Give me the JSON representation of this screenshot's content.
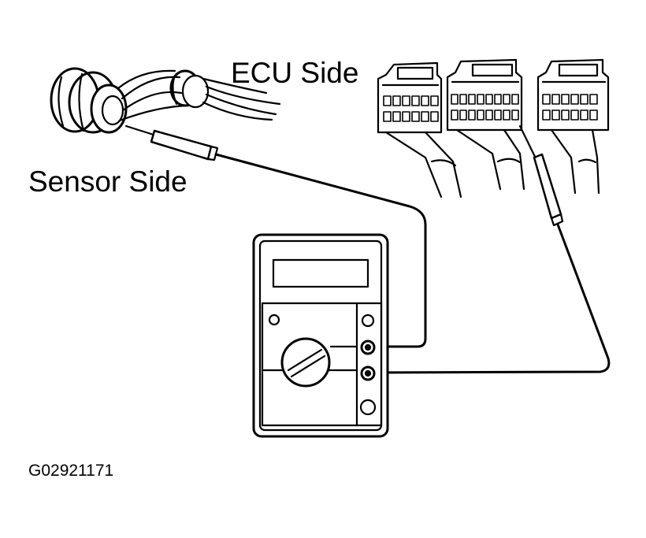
{
  "labels": {
    "ecu_side": "ECU Side",
    "sensor_side": "Sensor Side",
    "figure_code": "G02921171"
  },
  "colors": {
    "ink": "#000000",
    "paper": "#ffffff"
  },
  "icons": {
    "multimeter": "multimeter-icon",
    "sensor_connector": "sensor-connector-icon",
    "ecu_connector": "ecu-connector-icon",
    "test_probe": "test-probe-icon"
  }
}
